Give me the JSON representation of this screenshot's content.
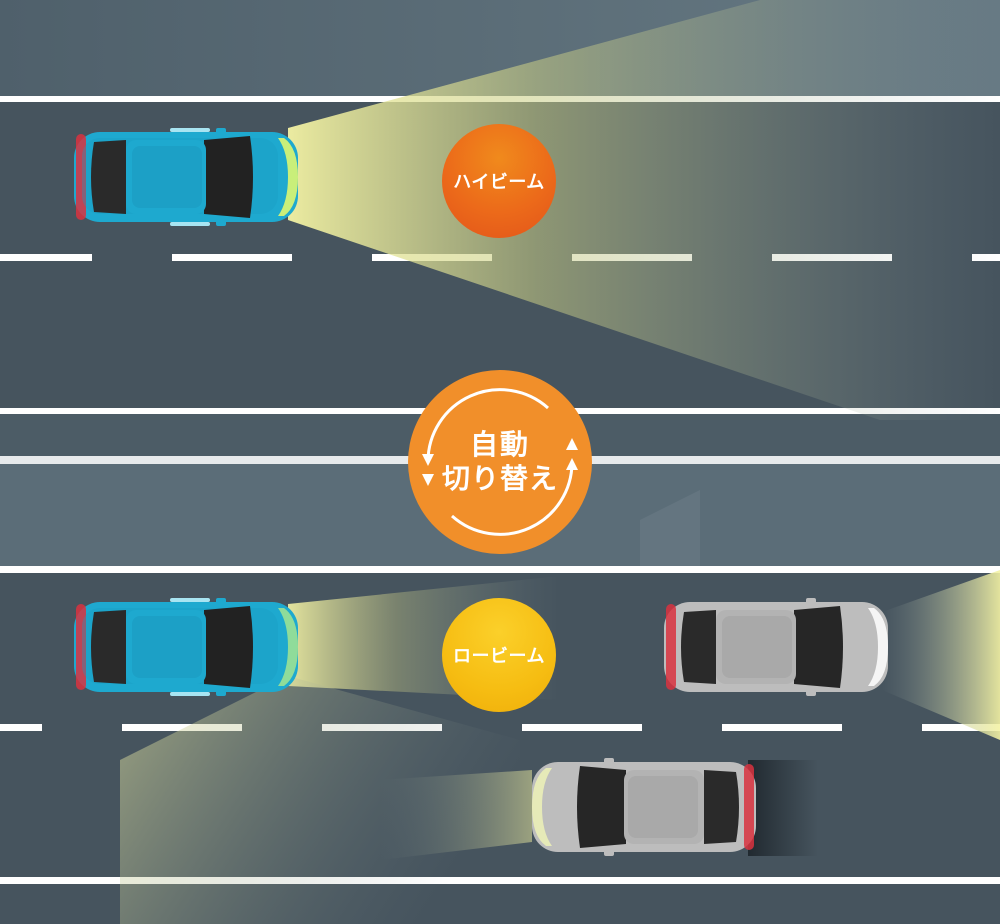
{
  "labels": {
    "high_beam": "ハイビーム",
    "low_beam": "ロービーム",
    "auto_switch_line1": "自動",
    "auto_switch_line2": "切り替え"
  },
  "colors": {
    "road": "#46545e",
    "sky_band": "#5b6d78",
    "lane_white": "#ffffff",
    "host_car_body": "#1ea9cf",
    "other_car_body": "#b9b9b9",
    "beam_light": "#f3f2a0",
    "high_badge": "#ec6a1a",
    "low_badge": "#f6bd12",
    "auto_badge": "#f18f2a"
  },
  "icons": {
    "host_car_top": "car-top-view-icon",
    "oncoming_car": "car-top-view-icon",
    "preceding_car": "car-top-view-icon",
    "switch_arrows": "circular-arrows-icon"
  }
}
